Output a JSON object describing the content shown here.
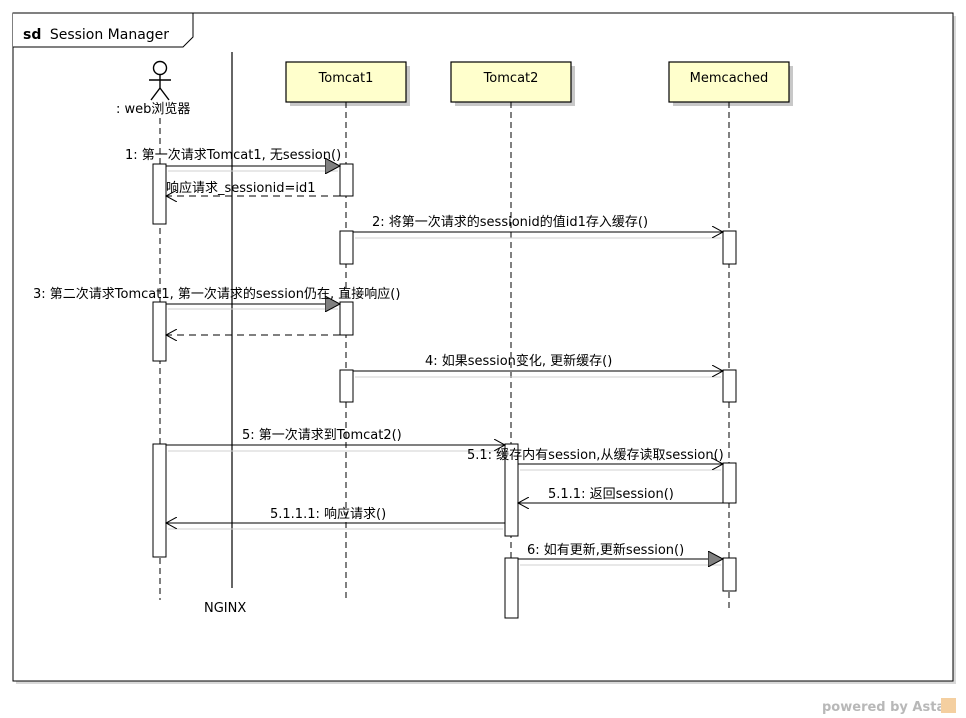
{
  "frame": {
    "keyword": "sd",
    "title": "Session Manager"
  },
  "actor": {
    "label": ": web浏览器"
  },
  "nginx": {
    "label": "NGINX"
  },
  "lifelines": [
    {
      "label": "Tomcat1"
    },
    {
      "label": "Tomcat2"
    },
    {
      "label": "Memcached"
    }
  ],
  "messages": [
    {
      "label": "1: 第一次请求Tomcat1, 无session()"
    },
    {
      "label": "响应请求_sessionid=id1"
    },
    {
      "label": "2: 将第一次请求的sessionid的值id1存入缓存()"
    },
    {
      "label": "3: 第二次请求Tomcat1, 第一次请求的session仍在, 直接响应()"
    },
    {
      "label": "4: 如果session变化, 更新缓存()"
    },
    {
      "label": "5: 第一次请求到Tomcat2()"
    },
    {
      "label": "5.1: 缓存内有session,从缓存读取session()"
    },
    {
      "label": "5.1.1: 返回session()"
    },
    {
      "label": "5.1.1.1: 响应请求()"
    },
    {
      "label": "6: 如有更新,更新session()"
    }
  ],
  "watermark": {
    "text": "powered by Astah"
  },
  "colors": {
    "lifeline_fill": "#ffffcc",
    "lifeline_border": "#000000",
    "shadow": "#c8c8c8"
  }
}
